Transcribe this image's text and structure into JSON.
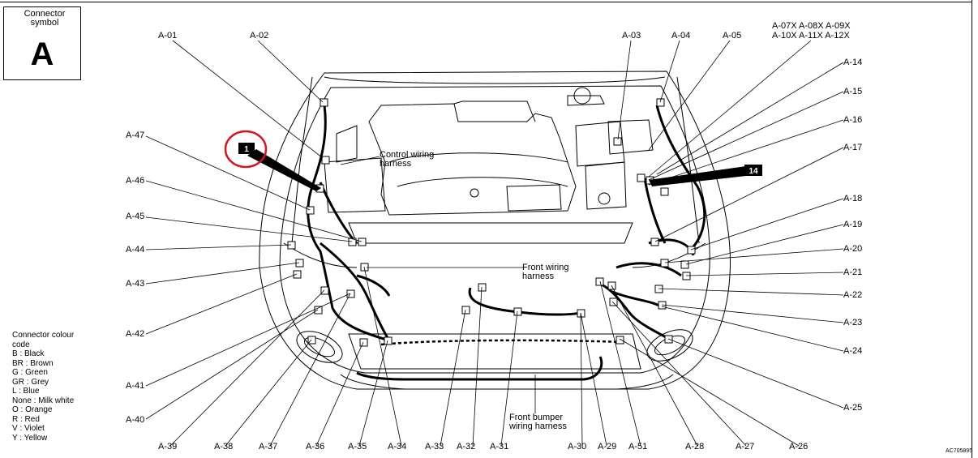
{
  "symbol": {
    "title": "Connector symbol",
    "letter": "A"
  },
  "legend": {
    "title": "Connector colour code",
    "items": [
      "B : Black",
      "BR : Brown",
      "G : Green",
      "GR : Grey",
      "L : Blue",
      "None : Milk white",
      "O : Orange",
      "R : Red",
      "V : Violet",
      "Y : Yellow"
    ]
  },
  "harness_labels": {
    "control": "Control wiring harness",
    "front": "Front wiring harness",
    "bumper": "Front bumper wiring harness"
  },
  "markers": {
    "m1": "1",
    "m14": "14"
  },
  "connectors": {
    "a01": "A-01",
    "a02": "A-02",
    "a03": "A-03",
    "a04": "A-04",
    "a05": "A-05",
    "a07": "A-07X A-08X A-09X",
    "a10": "A-10X A-11X A-12X",
    "a14": "A-14",
    "a15": "A-15",
    "a16": "A-16",
    "a17": "A-17",
    "a18": "A-18",
    "a19": "A-19",
    "a20": "A-20",
    "a21": "A-21",
    "a22": "A-22",
    "a23": "A-23",
    "a24": "A-24",
    "a25": "A-25",
    "a26": "A-26",
    "a27": "A-27",
    "a28": "A-28",
    "a51": "A-51",
    "a29": "A-29",
    "a30": "A-30",
    "a31": "A-31",
    "a32": "A-32",
    "a33": "A-33",
    "a34": "A-34",
    "a35": "A-35",
    "a36": "A-36",
    "a37": "A-37",
    "a38": "A-38",
    "a39": "A-39",
    "a40": "A-40",
    "a41": "A-41",
    "a42": "A-42",
    "a43": "A-43",
    "a44": "A-44",
    "a45": "A-45",
    "a46": "A-46",
    "a47": "A-47"
  },
  "figure_code": "AC705895",
  "highlight_color": "#d8141c"
}
